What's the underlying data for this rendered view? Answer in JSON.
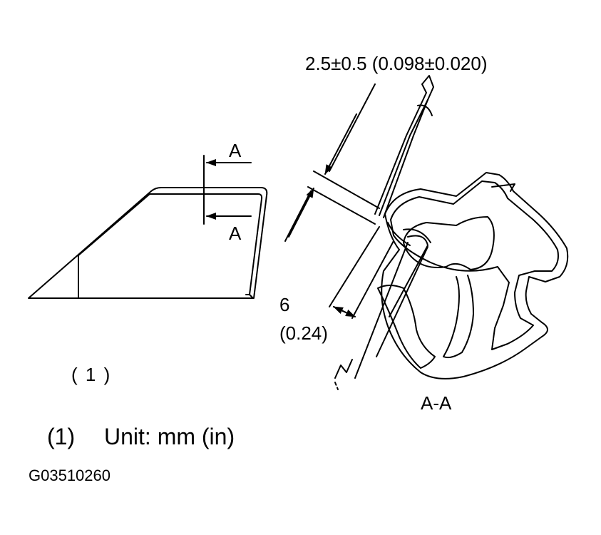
{
  "figure": {
    "code": "G03510260",
    "section_arrow_label": "A",
    "section_label": "A-A",
    "view_label": "( 1 )",
    "dimensions": {
      "gap": "2.5±0.5 (0.098±0.020)",
      "depth_mm": "6",
      "depth_in": "(0.24)"
    },
    "legend": {
      "number": "(1)",
      "text": "Unit: mm (in)"
    }
  }
}
